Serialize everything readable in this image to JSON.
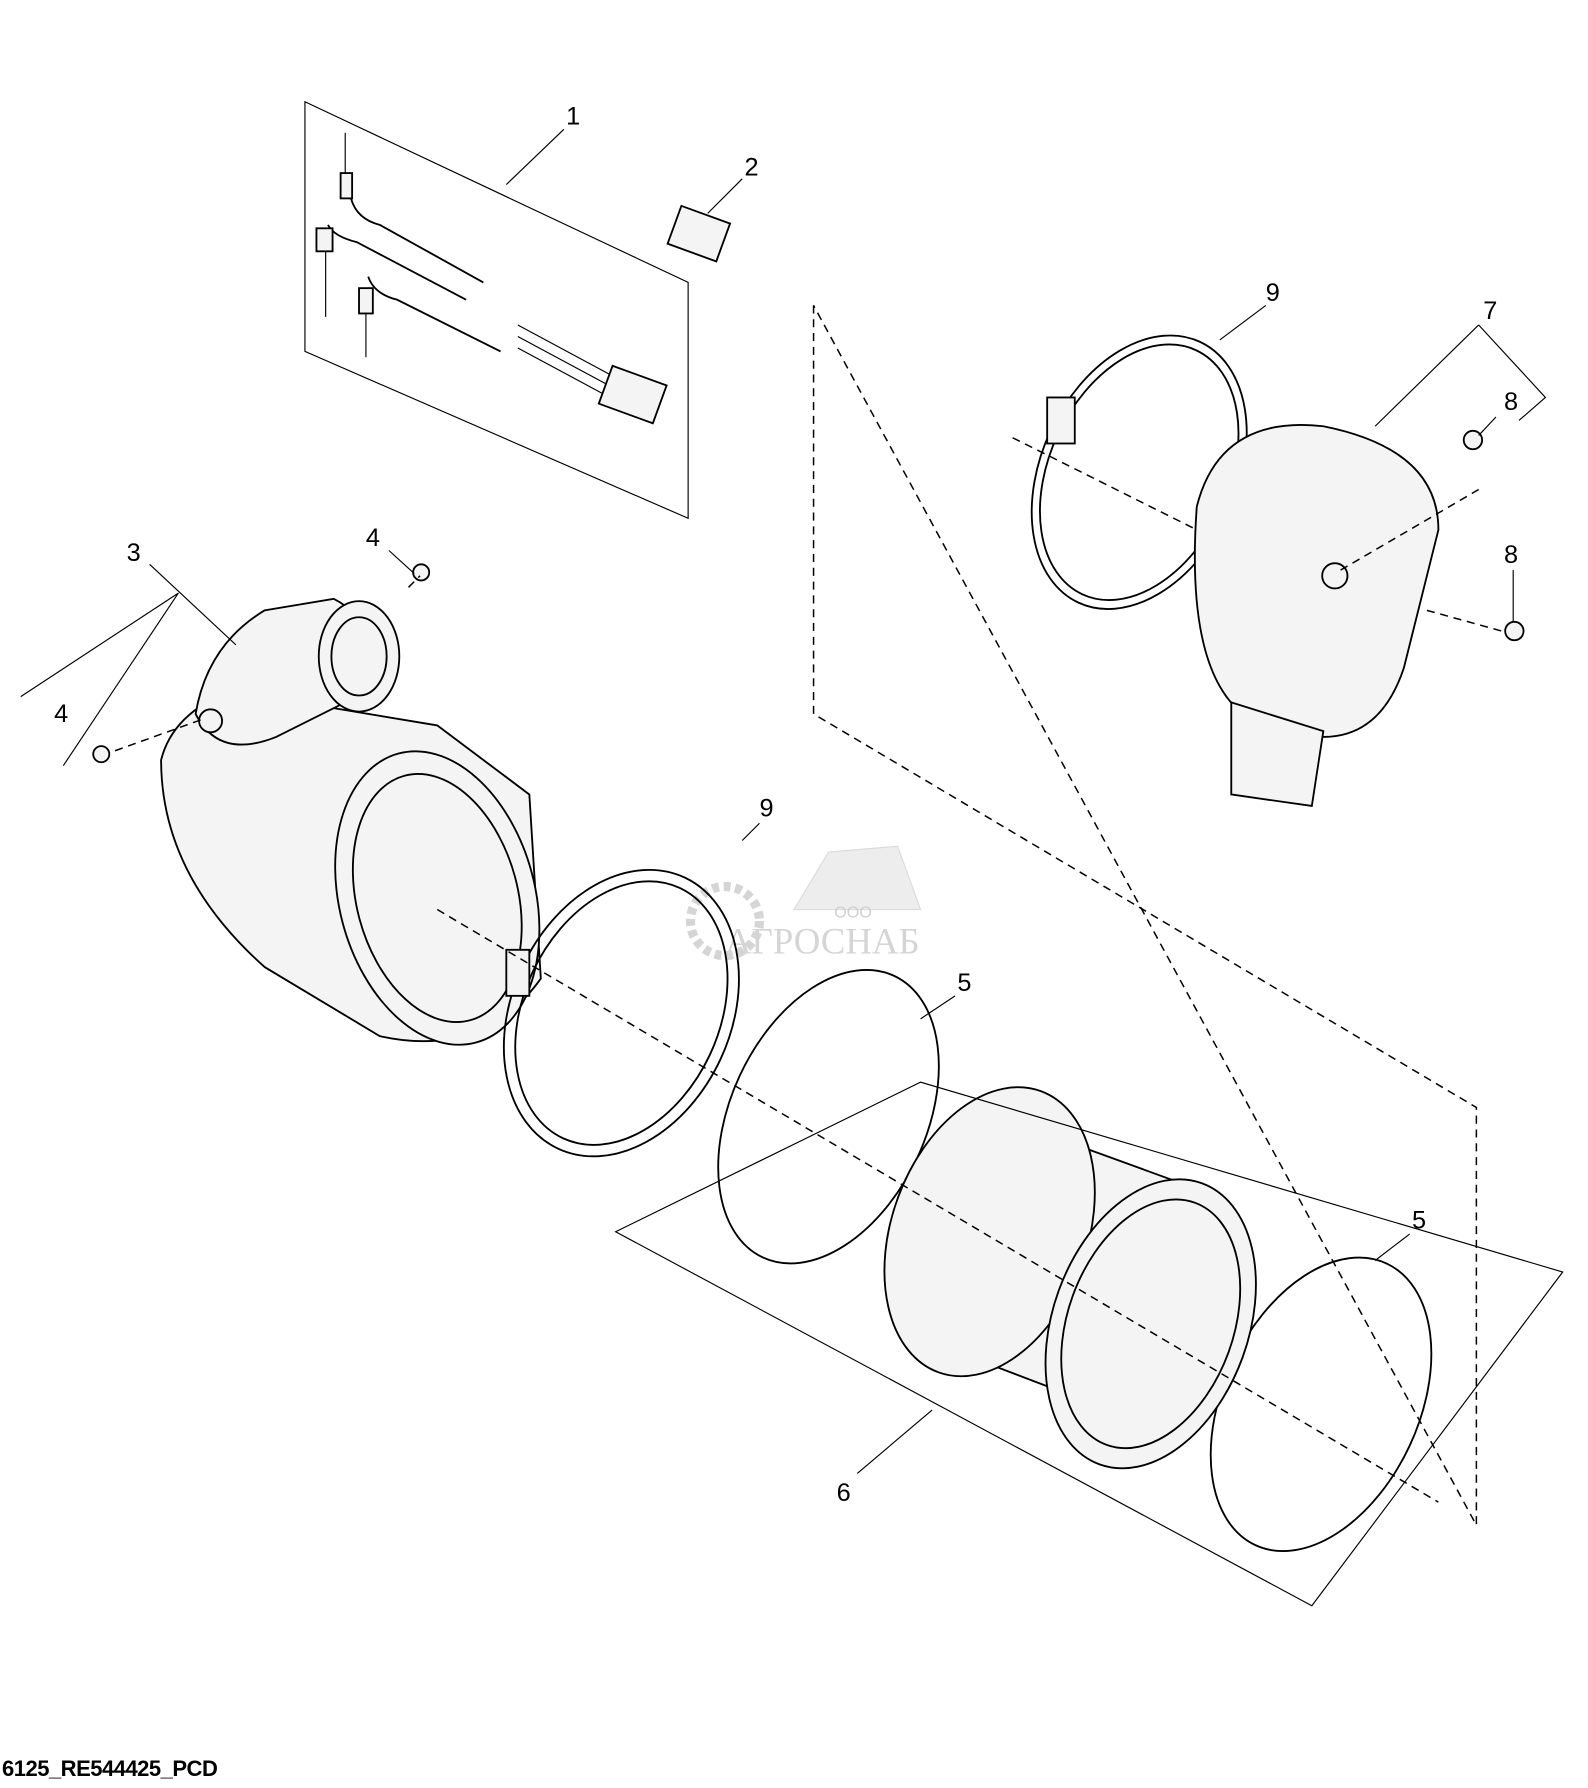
{
  "caption": "6125_RE544425_PCD",
  "watermark": {
    "small": "ООО",
    "brand": "АГРОСНАБ"
  },
  "callouts": {
    "c1": "1",
    "c2": "2",
    "c3": "3",
    "c4a": "4",
    "c4b": "4",
    "c5a": "5",
    "c5b": "5",
    "c6": "6",
    "c7": "7",
    "c8a": "8",
    "c8b": "8",
    "c9a": "9",
    "c9b": "9"
  }
}
